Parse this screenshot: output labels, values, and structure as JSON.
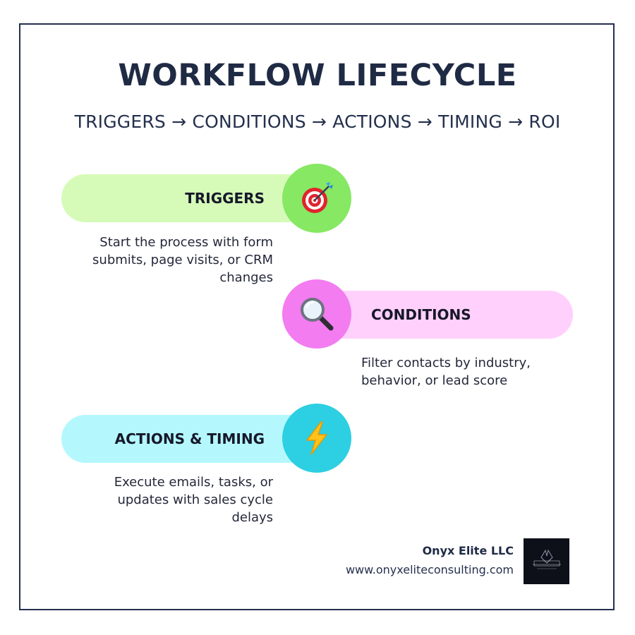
{
  "header": {
    "title": "WORKFLOW LIFECYCLE",
    "subtitle": "TRIGGERS → CONDITIONS → ACTIONS → TIMING → ROI"
  },
  "steps": [
    {
      "label": "TRIGGERS",
      "icon": "target-dart-icon",
      "pill_color": "#d6fbb8",
      "circle_color": "#86e863",
      "description": [
        "Start the process with form",
        "submits, page visits, or CRM",
        "changes"
      ]
    },
    {
      "label": "CONDITIONS",
      "icon": "magnifying-glass-icon",
      "pill_color": "#ffd0fb",
      "circle_color": "#f27cf0",
      "description": [
        "Filter contacts by industry,",
        "behavior, or lead score"
      ]
    },
    {
      "label": "ACTIONS & TIMING",
      "icon": "lightning-bolt-icon",
      "pill_color": "#b4f8fd",
      "circle_color": "#2dcfe2",
      "description": [
        "Execute emails, tasks, or",
        "updates with sales cycle",
        "delays"
      ]
    }
  ],
  "footer": {
    "company": "Onyx Elite LLC",
    "url": "www.onyxeliteconsulting.com",
    "logo": "onyx-elite-logo"
  }
}
